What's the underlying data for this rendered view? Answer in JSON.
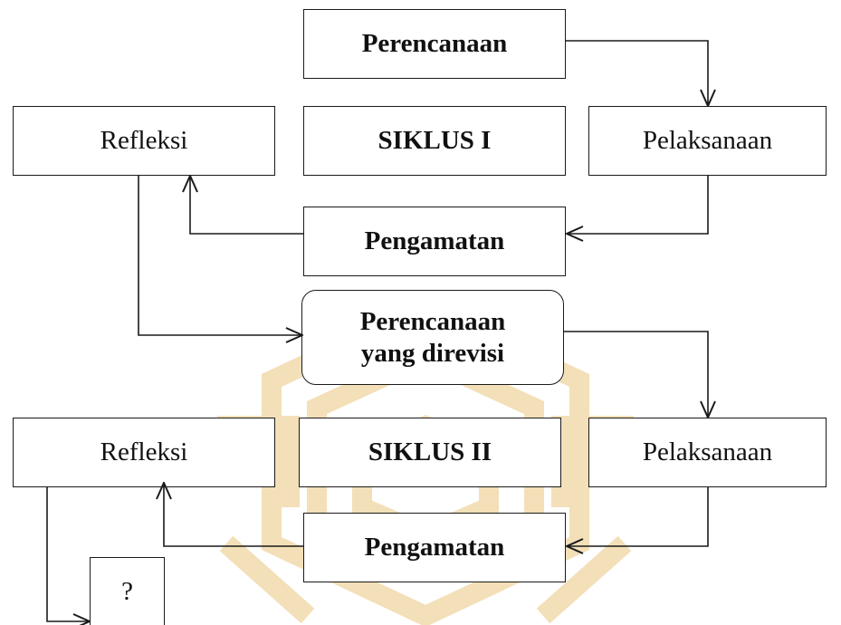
{
  "cycle1": {
    "planning": "Perencanaan",
    "cycle_label": "SIKLUS I",
    "reflection": "Refleksi",
    "implementation": "Pelaksanaan",
    "observation": "Pengamatan"
  },
  "revised_planning": {
    "line1": "Perencanaan",
    "line2": "yang direvisi"
  },
  "cycle2": {
    "cycle_label": "SIKLUS II",
    "reflection": "Refleksi",
    "implementation": "Pelaksanaan",
    "observation": "Pengamatan",
    "next": "?"
  },
  "colors": {
    "line": "#1a1a1a",
    "watermark": "#f3dfb8"
  }
}
